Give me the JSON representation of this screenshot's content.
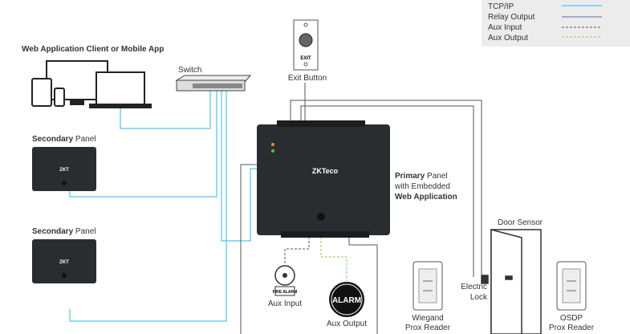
{
  "legend": {
    "items": [
      {
        "label": "TCP/IP",
        "color": "#4fc3f7",
        "style": "solid"
      },
      {
        "label": "Relay Output",
        "color": "#9aa3c4",
        "style": "solid"
      },
      {
        "label": "Aux Input",
        "color": "#555555",
        "style": "dashed"
      },
      {
        "label": "Aux Output",
        "color": "#8bd14a",
        "style": "dashed"
      }
    ]
  },
  "clients": {
    "title": "Web Application Client or Mobile App"
  },
  "switch": {
    "label": "Switch"
  },
  "exit_button": {
    "label": "Exit Button",
    "face": "EXIT"
  },
  "secondary_panels": [
    {
      "bold": "Secondary",
      "rest": " Panel"
    },
    {
      "bold": "Secondary",
      "rest": " Panel"
    }
  ],
  "primary_panel": {
    "line1_bold": "Primary",
    "line1_rest": " Panel",
    "line2": "with Embedded",
    "line3": "Web Application",
    "logo": "ZKTeco"
  },
  "door_sensor": {
    "label": "Door Sensor"
  },
  "electric_lock": {
    "line1": "Electric",
    "line2": "Lock"
  },
  "aux_input": {
    "label": "Aux Input",
    "device": "FIRE ALARM"
  },
  "aux_output": {
    "label": "Aux Output",
    "device": "ALARM"
  },
  "wiegand": {
    "line1": "Wiegand",
    "line2": "Prox Reader"
  },
  "osdp": {
    "line1": "OSDP",
    "line2": "Prox Reader"
  }
}
